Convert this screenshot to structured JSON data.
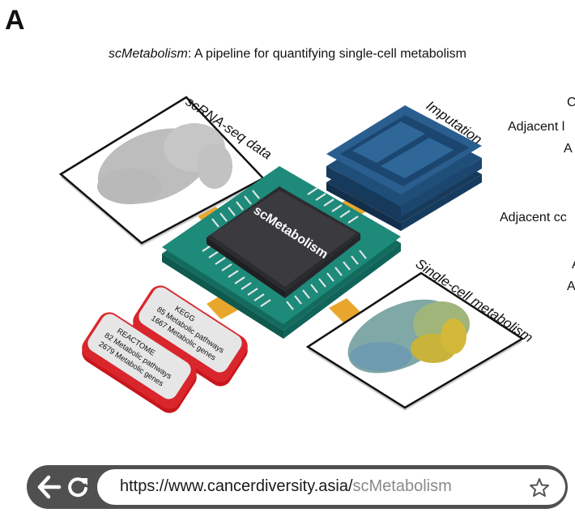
{
  "panel_label": "A",
  "caption": {
    "italic": "scMetabolism",
    "rest": ": A pipeline for quantifying single-cell metabolism"
  },
  "nodes": {
    "scrna": "scRNA-seq data",
    "imputation": "Imputation",
    "core": "scMetabolism",
    "single_cell": "Single-cell metabolism"
  },
  "databases": {
    "kegg": {
      "name": "KEGG",
      "pathways": "85 Metabolic pathways",
      "genes": "1667 Metabolic genes"
    },
    "reactome": {
      "name": "REACTOME",
      "pathways": "82 Metabolic pathways",
      "genes": "2679 Metabolic genes"
    }
  },
  "side_text": [
    "C",
    "Adjacent l",
    "A",
    "Adjacent cc",
    "A",
    "A"
  ],
  "browser": {
    "url_domain": "https://www.cancerdiversity.asia/",
    "url_path": "scMetabolism",
    "back_icon": "back-arrow-icon",
    "reload_icon": "reload-icon",
    "star_icon": "star-icon"
  },
  "colors": {
    "chip_board": "#1d8a7a",
    "chip": "#3a3a3f",
    "imputation": "#1f4e79",
    "database_red": "#d9262c",
    "connector": "#e8a72c",
    "browser_bar": "#505050"
  }
}
